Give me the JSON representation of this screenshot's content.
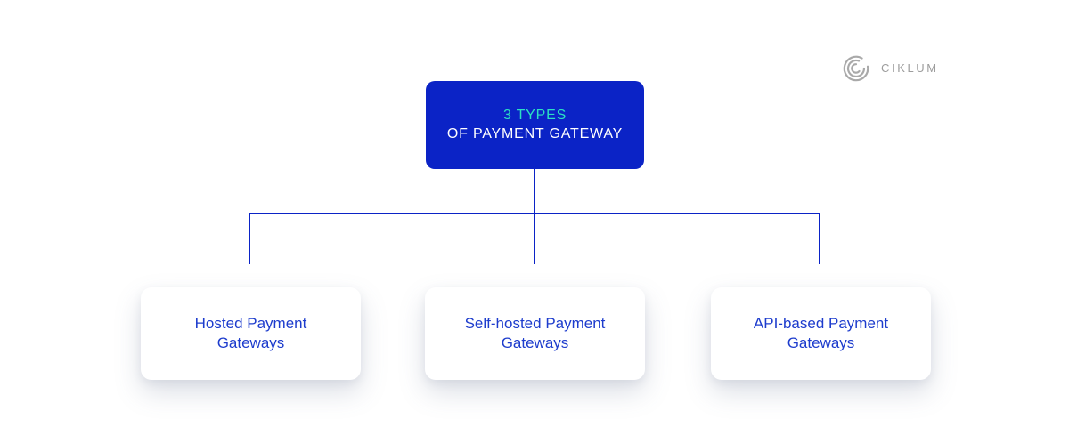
{
  "brand": {
    "logo_text": "CIKLUM"
  },
  "diagram": {
    "root": {
      "title_line1": "3 TYPES",
      "title_line2": "OF PAYMENT GATEWAY"
    },
    "children": [
      {
        "label": "Hosted Payment Gateways"
      },
      {
        "label": "Self-hosted Payment Gateways"
      },
      {
        "label": "API-based Payment Gateways"
      }
    ]
  },
  "icons": {
    "brand_mark": "ciklum-concentric-c-arcs"
  },
  "colors": {
    "primary_blue": "#0b23c6",
    "accent_teal": "#2be0c3",
    "node_text_blue": "#1d3ccd",
    "line_blue": "#0b23c6",
    "logo_gray": "#a9a9a9",
    "logo_text_gray": "#9d9d9d",
    "card_bg": "#ffffff",
    "page_bg": "#ffffff"
  }
}
